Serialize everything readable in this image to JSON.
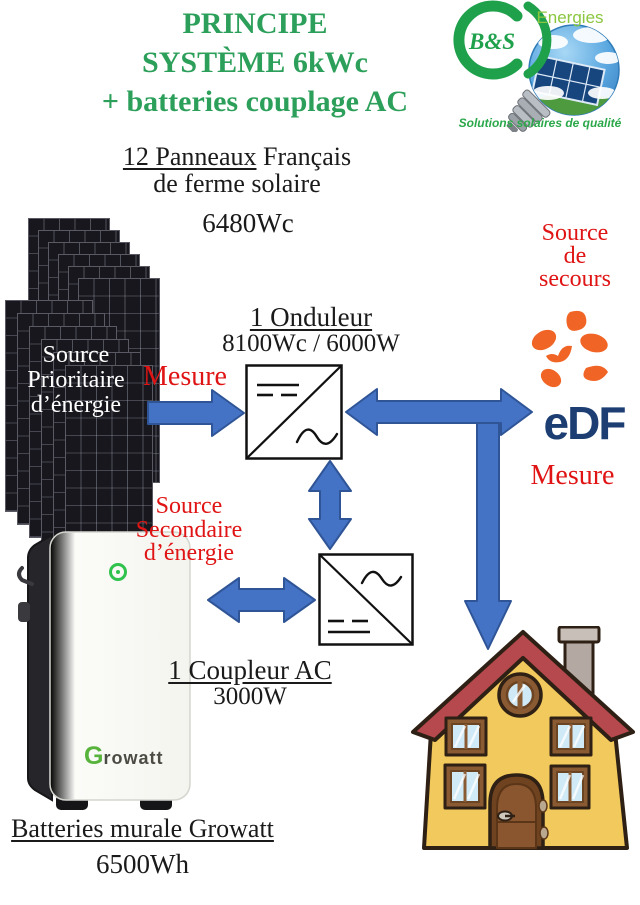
{
  "title": {
    "line1": "PRINCIPE",
    "line2": "SYSTÈME 6kWc",
    "line3": "+ batteries couplage AC"
  },
  "logo": {
    "brand": "B&S",
    "name": "Energies",
    "slogan": "Solutions solaires de qualité"
  },
  "panels_section": {
    "heading_underlined": "12 Panneaux",
    "heading_rest": "Français",
    "heading_line2": "de ferme solaire",
    "power": "6480Wc",
    "panel_count": 12,
    "overlay_line1": "Source",
    "overlay_line2": "Prioritaire",
    "overlay_line3": "d’énergie"
  },
  "inverter": {
    "name": "1 Onduleur",
    "spec": "8100Wc / 6000W"
  },
  "coupler": {
    "name": "1 Coupleur AC",
    "spec": "3000W"
  },
  "battery": {
    "label": "Batteries murale Growatt",
    "capacity": "6500Wh",
    "brand_initial": "G",
    "brand_rest": "rowatt"
  },
  "edf": {
    "wordmark": "eDF",
    "backup_line1": "Source",
    "backup_line2": "de",
    "backup_line3": "secours",
    "measure": "Mesure"
  },
  "secondary_source": {
    "line1": "Source",
    "line2": "Secondaire",
    "line3": "d’énergie"
  },
  "measure_left": "Mesure",
  "colors": {
    "title_green": "#2ca05a",
    "accent_red": "#e01414",
    "arrow_blue": "#4472c4",
    "arrow_border": "#2f5597",
    "edf_navy": "#1c3e73",
    "edf_orange": "#f06526",
    "logo_green": "#1fa14c",
    "house_yellow": "#f2c95c",
    "roof_red": "#b5494d"
  }
}
